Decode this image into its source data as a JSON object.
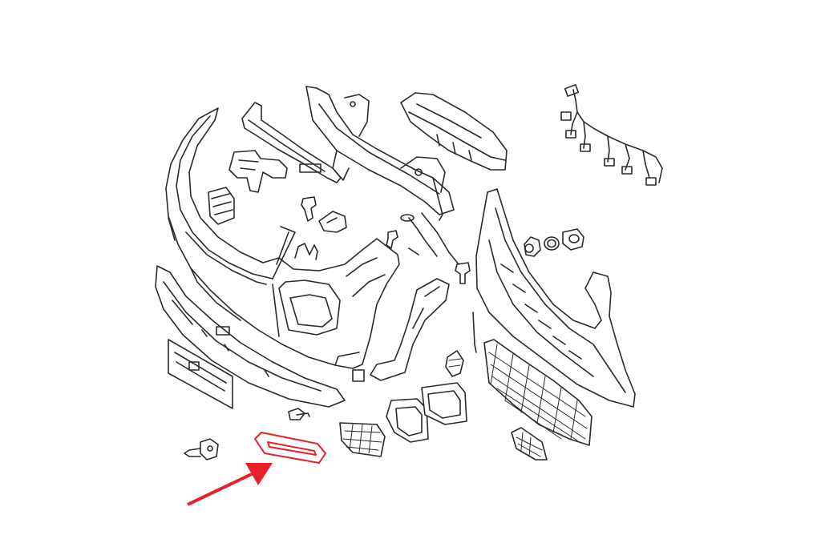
{
  "diagram": {
    "background": "#ffffff",
    "line_color": "#2a2a2a",
    "highlight_color": "#e8202a",
    "parts": [
      "bumper-cover",
      "upper-cross-member",
      "center-support-bracket",
      "air-deflector",
      "wiring-harness",
      "left-mounting-bracket",
      "control-module",
      "clip-fastener",
      "cover-cap",
      "u-bracket",
      "lower-spoiler",
      "license-plate-holder",
      "side-reinforcement",
      "grille-frame",
      "parking-sensor",
      "sensor-ring",
      "sensor-holder",
      "center-mesh-grille",
      "lower-side-grille",
      "fog-lamp-frame",
      "fog-lamp-bezel",
      "reflector-trim",
      "bolt",
      "washer-nozzle",
      "small-mesh-insert",
      "side-mesh-grille"
    ],
    "highlighted_part": "reflector-trim",
    "arrow_icon": "arrow-icon"
  }
}
